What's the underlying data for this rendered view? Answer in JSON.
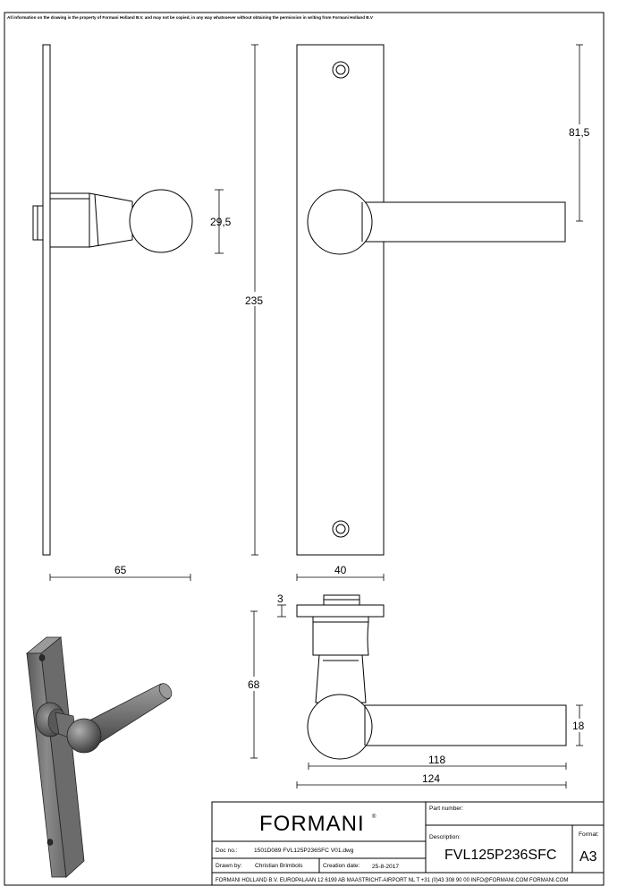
{
  "notice": "All information on the drawing is the property of Formani Holland B.V. and may not be copied, in any way whatsoever without obtaining the permission in writing from Formani Holland B.V",
  "dimensions": {
    "knob_diameter": "29,5",
    "plate_height": "235",
    "rose_offset": "81,5",
    "projection": "65",
    "plate_width": "40",
    "door_gap": "3",
    "lever_depth": "68",
    "lever_thickness": "18",
    "lever_length_inner": "118",
    "lever_length_total": "124"
  },
  "title_block": {
    "brand": "FORMANI",
    "registered_mark": "®",
    "part_number_label": "Part number:",
    "description_label": "Description:",
    "description_value": "FVL125P236SFC",
    "format_label": "Format:",
    "format_value": "A3",
    "doc_no_label": "Doc no.:",
    "doc_no_value": "1501D089 FVL125P236SFC V01.dwg",
    "drawn_by_label": "Drawn by:",
    "drawn_by_value": "Christian Brimbols",
    "creation_date_label": "Creation date:",
    "creation_date_value": "25-8-2017",
    "footer": "FORMANI HOLLAND B.V.  EUROPALAAN 12  6199 AB MAASTRICHT-AIRPORT NL  T +31 (0)43 308 90 00 INFO@FORMANI.COM FORMANI.COM"
  }
}
